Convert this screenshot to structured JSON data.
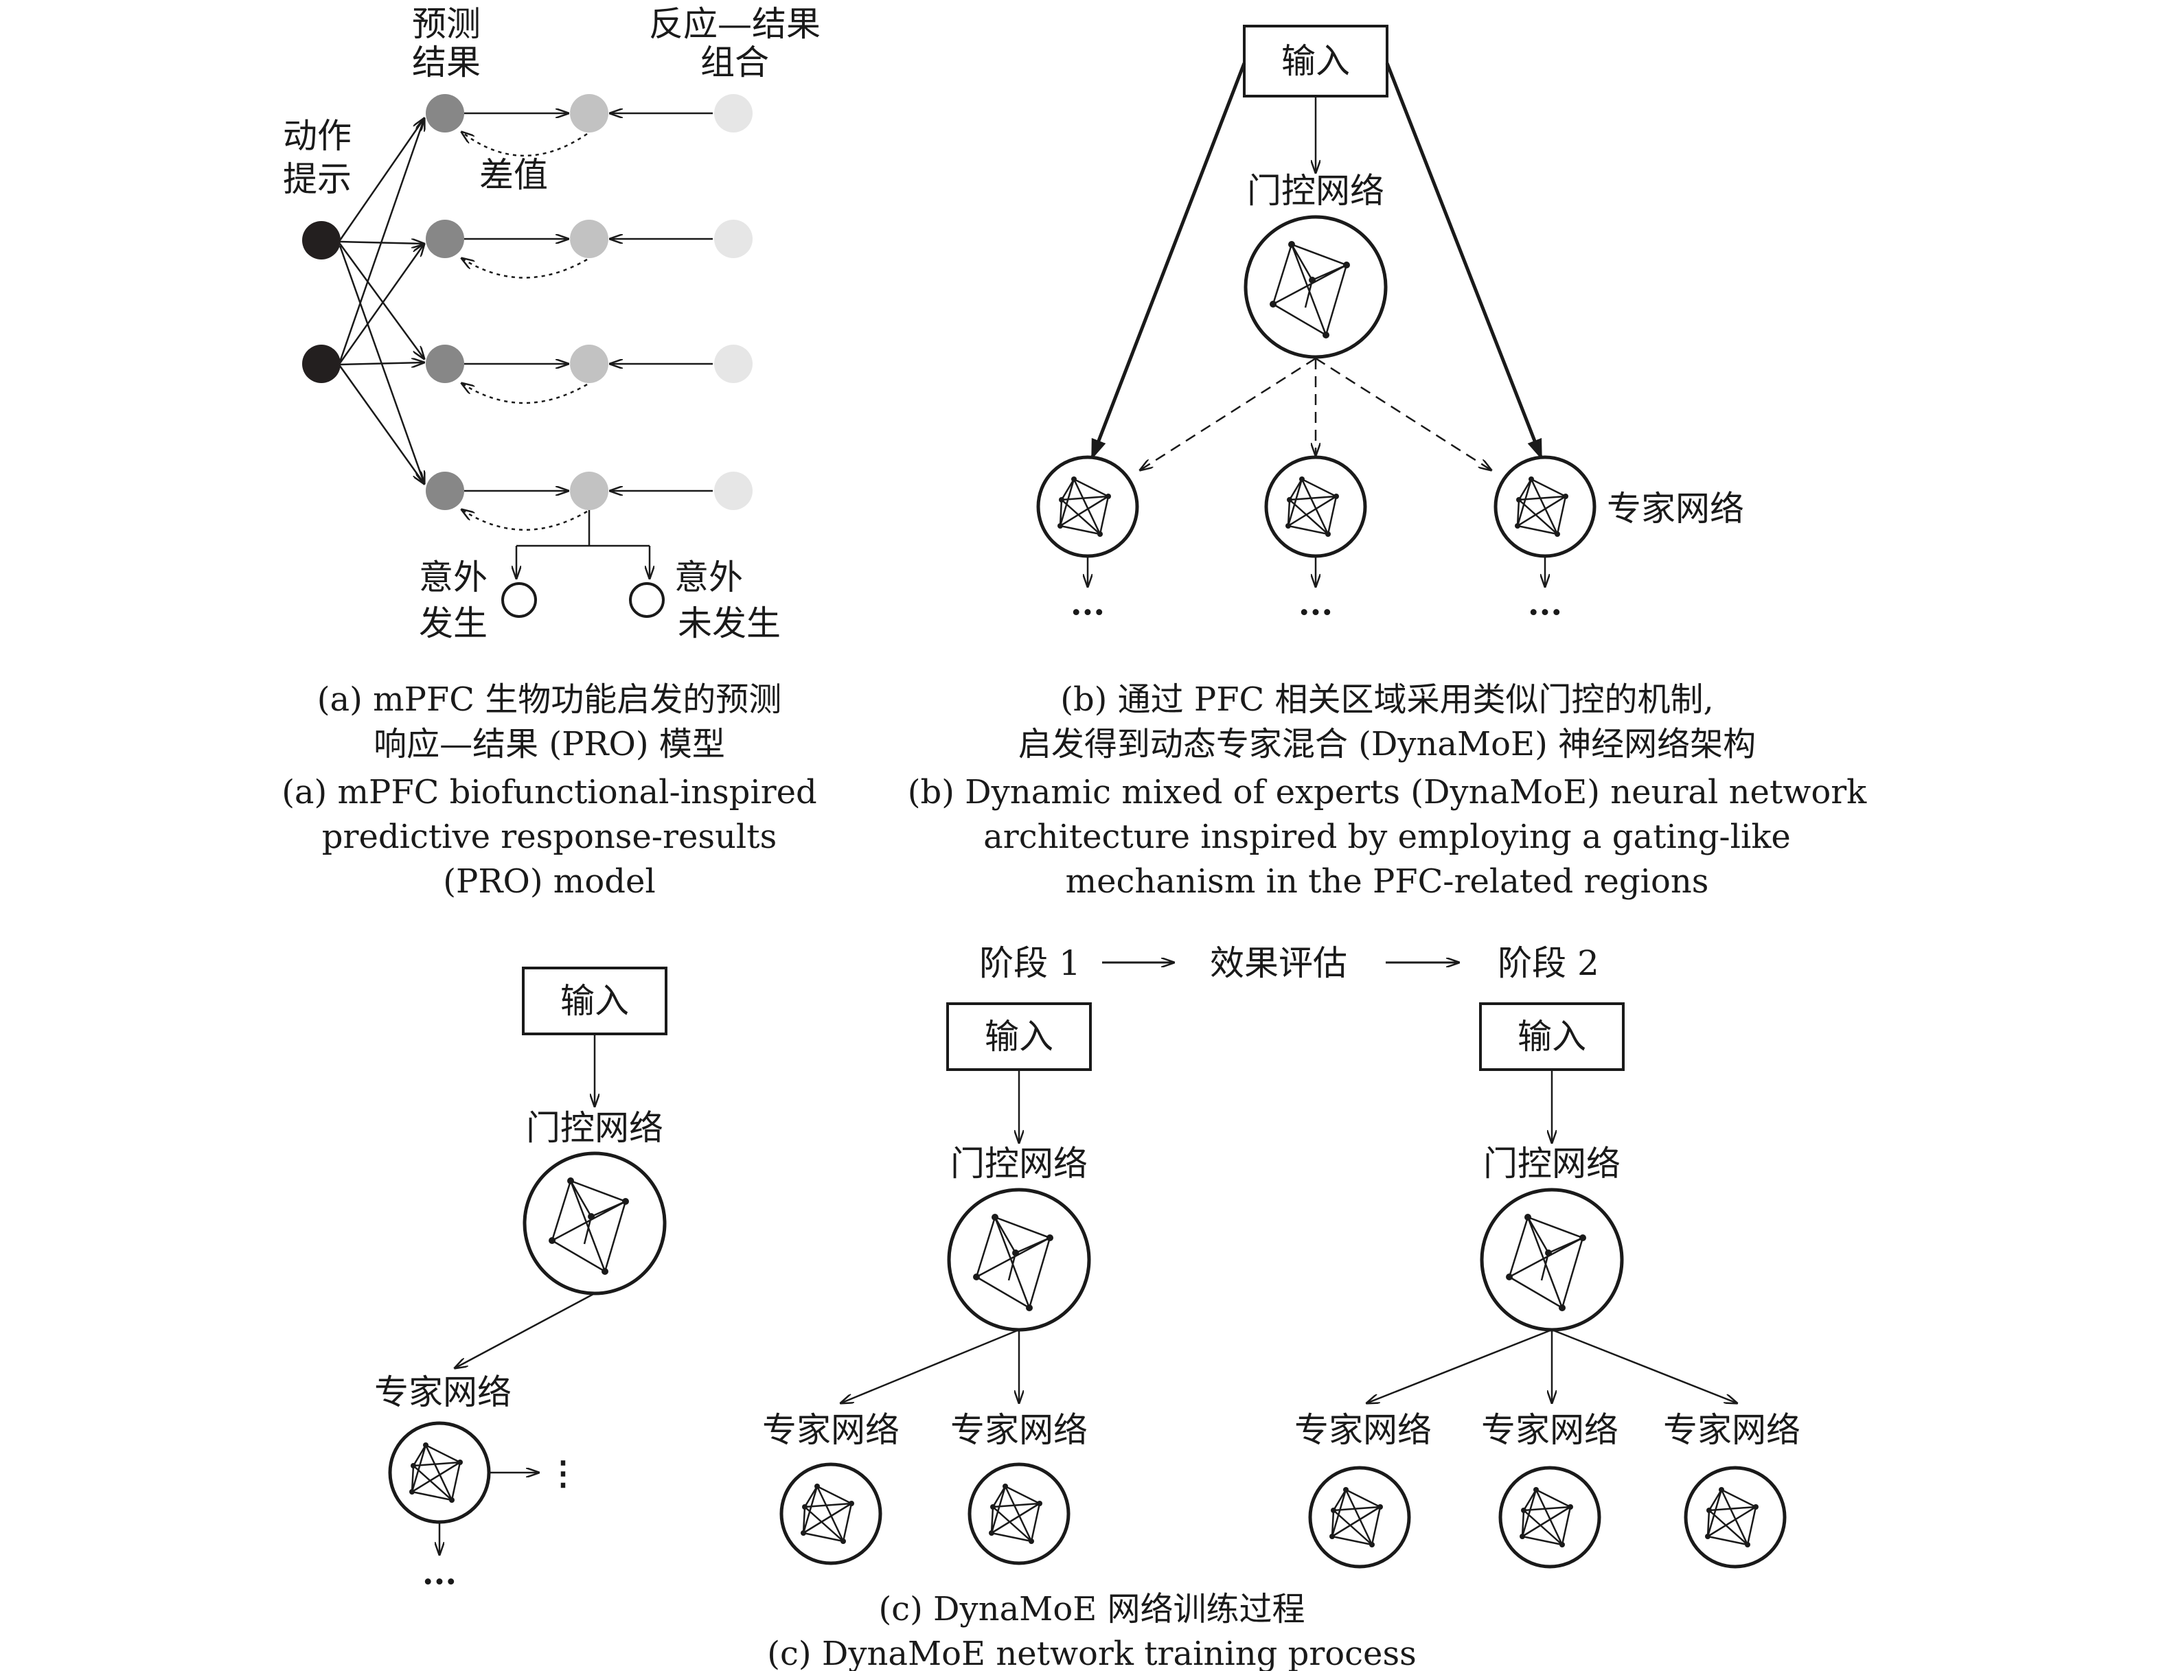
{
  "colors": {
    "ink": "#1a1a1a",
    "cue_node": "#231f1f",
    "prediction_node": "#878787",
    "difference_node": "#c2c2c2",
    "combination_node": "#e6e6e6"
  },
  "panel_a": {
    "label_prediction": [
      "预测",
      "结果"
    ],
    "label_response": [
      "反应—结果",
      "组合"
    ],
    "label_cue": [
      "动作",
      "提示"
    ],
    "label_difference": "差值",
    "label_surprise": [
      "意外",
      "发生"
    ],
    "label_no_surprise": [
      "意外",
      "未发生"
    ],
    "caption_zh": [
      "(a) mPFC 生物功能启发的预测",
      "响应—结果 (PRO) 模型"
    ],
    "caption_en": [
      "(a) mPFC biofunctional-inspired",
      "predictive response-results",
      "(PRO) model"
    ]
  },
  "panel_b": {
    "input": "输入",
    "gating": "门控网络",
    "expert": "专家网络",
    "ellipsis": "···",
    "caption_zh": [
      "(b) 通过 PFC 相关区域采用类似门控的机制,",
      "启发得到动态专家混合 (DynaMoE) 神经网络架构"
    ],
    "caption_en": [
      "(b) Dynamic mixed of experts (DynaMoE) neural network",
      "architecture inspired by employing a gating-like",
      "mechanism in the PFC-related regions"
    ]
  },
  "panel_c": {
    "input": "输入",
    "gating": "门控网络",
    "expert": "专家网络",
    "ellipsis": "···",
    "vellipsis": "⋮",
    "stage1": "阶段 1",
    "evaluation": "效果评估",
    "stage2": "阶段 2",
    "caption_zh": "(c) DynaMoE 网络训练过程",
    "caption_en": "(c) DynaMoE network training process"
  }
}
